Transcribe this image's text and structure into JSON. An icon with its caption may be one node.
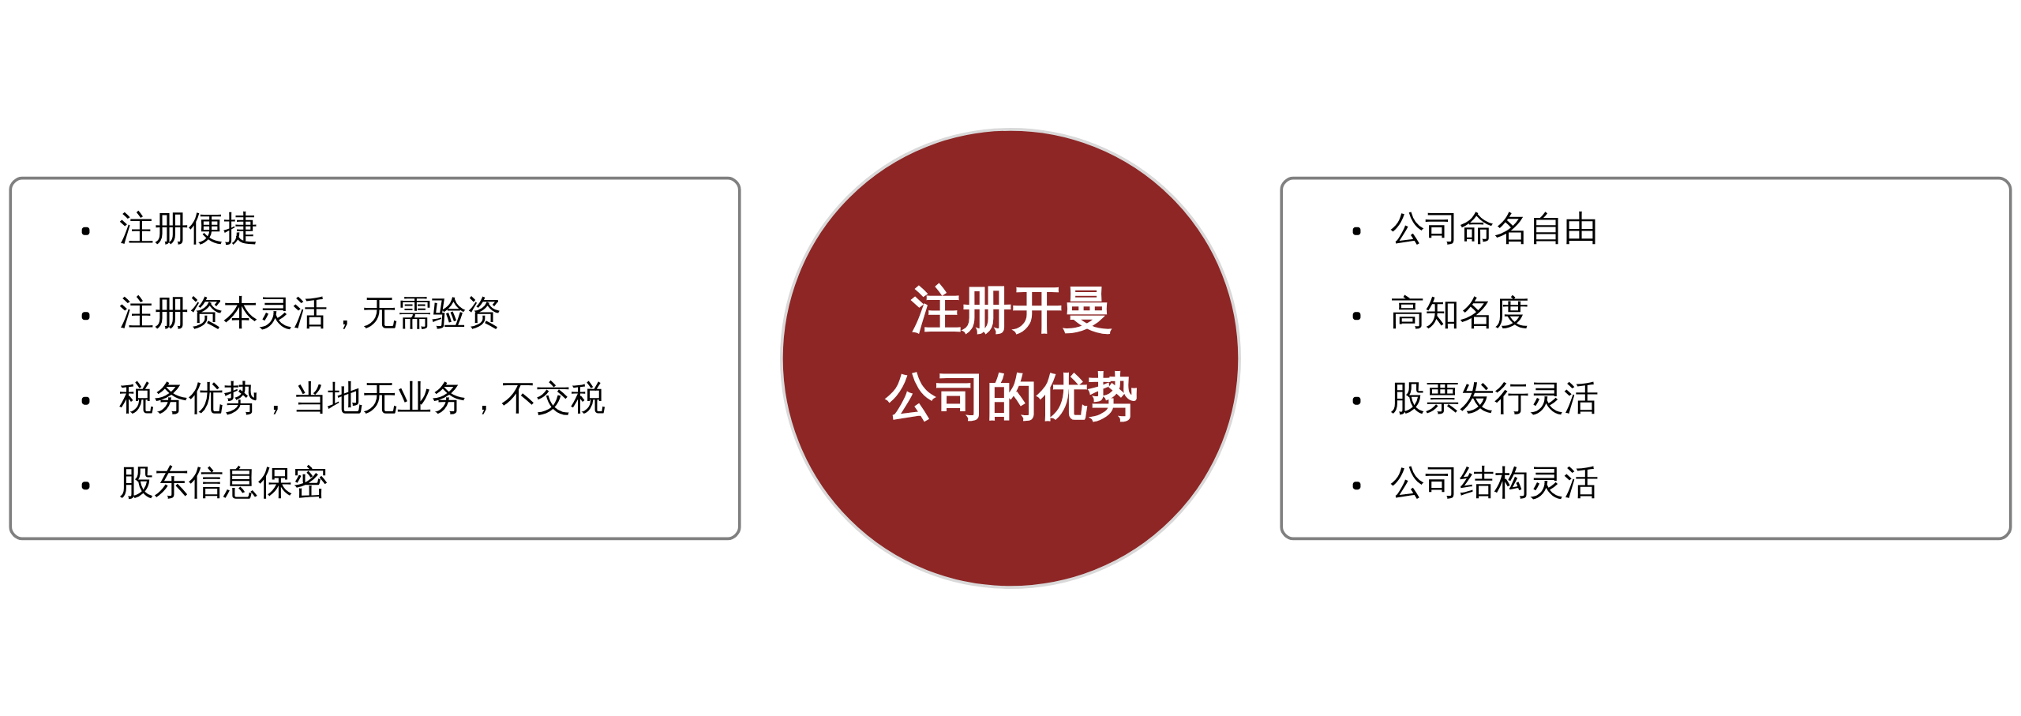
{
  "diagram": {
    "nodes": [
      {
        "text": [
          "注册便捷",
          "注册资本灵活，无需验资",
          "税务优势，当地无业务，不交税",
          "股东信息保密"
        ]
      },
      {
        "text": [
          "注册开曼公司的优势"
        ]
      },
      {
        "text": [
          "公司命名自由",
          "高知名度",
          "股票发行灵活",
          "公司结构灵活"
        ]
      }
    ]
  }
}
